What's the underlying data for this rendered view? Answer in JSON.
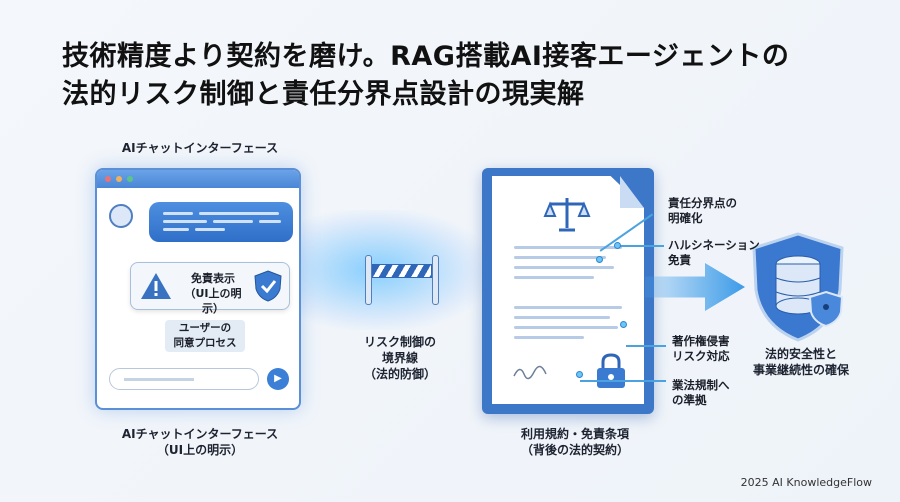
{
  "title": {
    "line1": "技術精度より契約を磨け。RAG搭載AI接客エージェントの",
    "line2": "法的リスク制御と責任分界点設計の現実解"
  },
  "chat": {
    "top_label": "AIチャットインターフェース",
    "disclaimer_line1": "免責表示",
    "disclaimer_line2": "（UI上の明示）",
    "consent_line1": "ユーザーの",
    "consent_line2": "同意プロセス",
    "bottom_label_line1": "AIチャットインターフェース",
    "bottom_label_line2": "（UI上の明示）",
    "window_dots": [
      "#e8727a",
      "#f0b060",
      "#5cc48a"
    ]
  },
  "barrier": {
    "line1": "リスク制御の",
    "line2": "境界線",
    "line3": "（法的防御）"
  },
  "document": {
    "label_line1": "利用規約・免責条項",
    "label_line2": "（背後の法的契約）"
  },
  "points": [
    {
      "line1": "責任分界点の",
      "line2": "明確化"
    },
    {
      "line1": "ハルシネーション",
      "line2": "免責"
    },
    {
      "line1": "著作権侵害",
      "line2": "リスク対応"
    },
    {
      "line1": "業法規制へ",
      "line2": "の準拠"
    }
  ],
  "outcome": {
    "line1": "法的安全性と",
    "line2": "事業継続性の確保"
  },
  "footer": "2025 AI KnowledgeFlow",
  "colors": {
    "accent": "#3b7fd6",
    "text": "#1b1f2a"
  }
}
